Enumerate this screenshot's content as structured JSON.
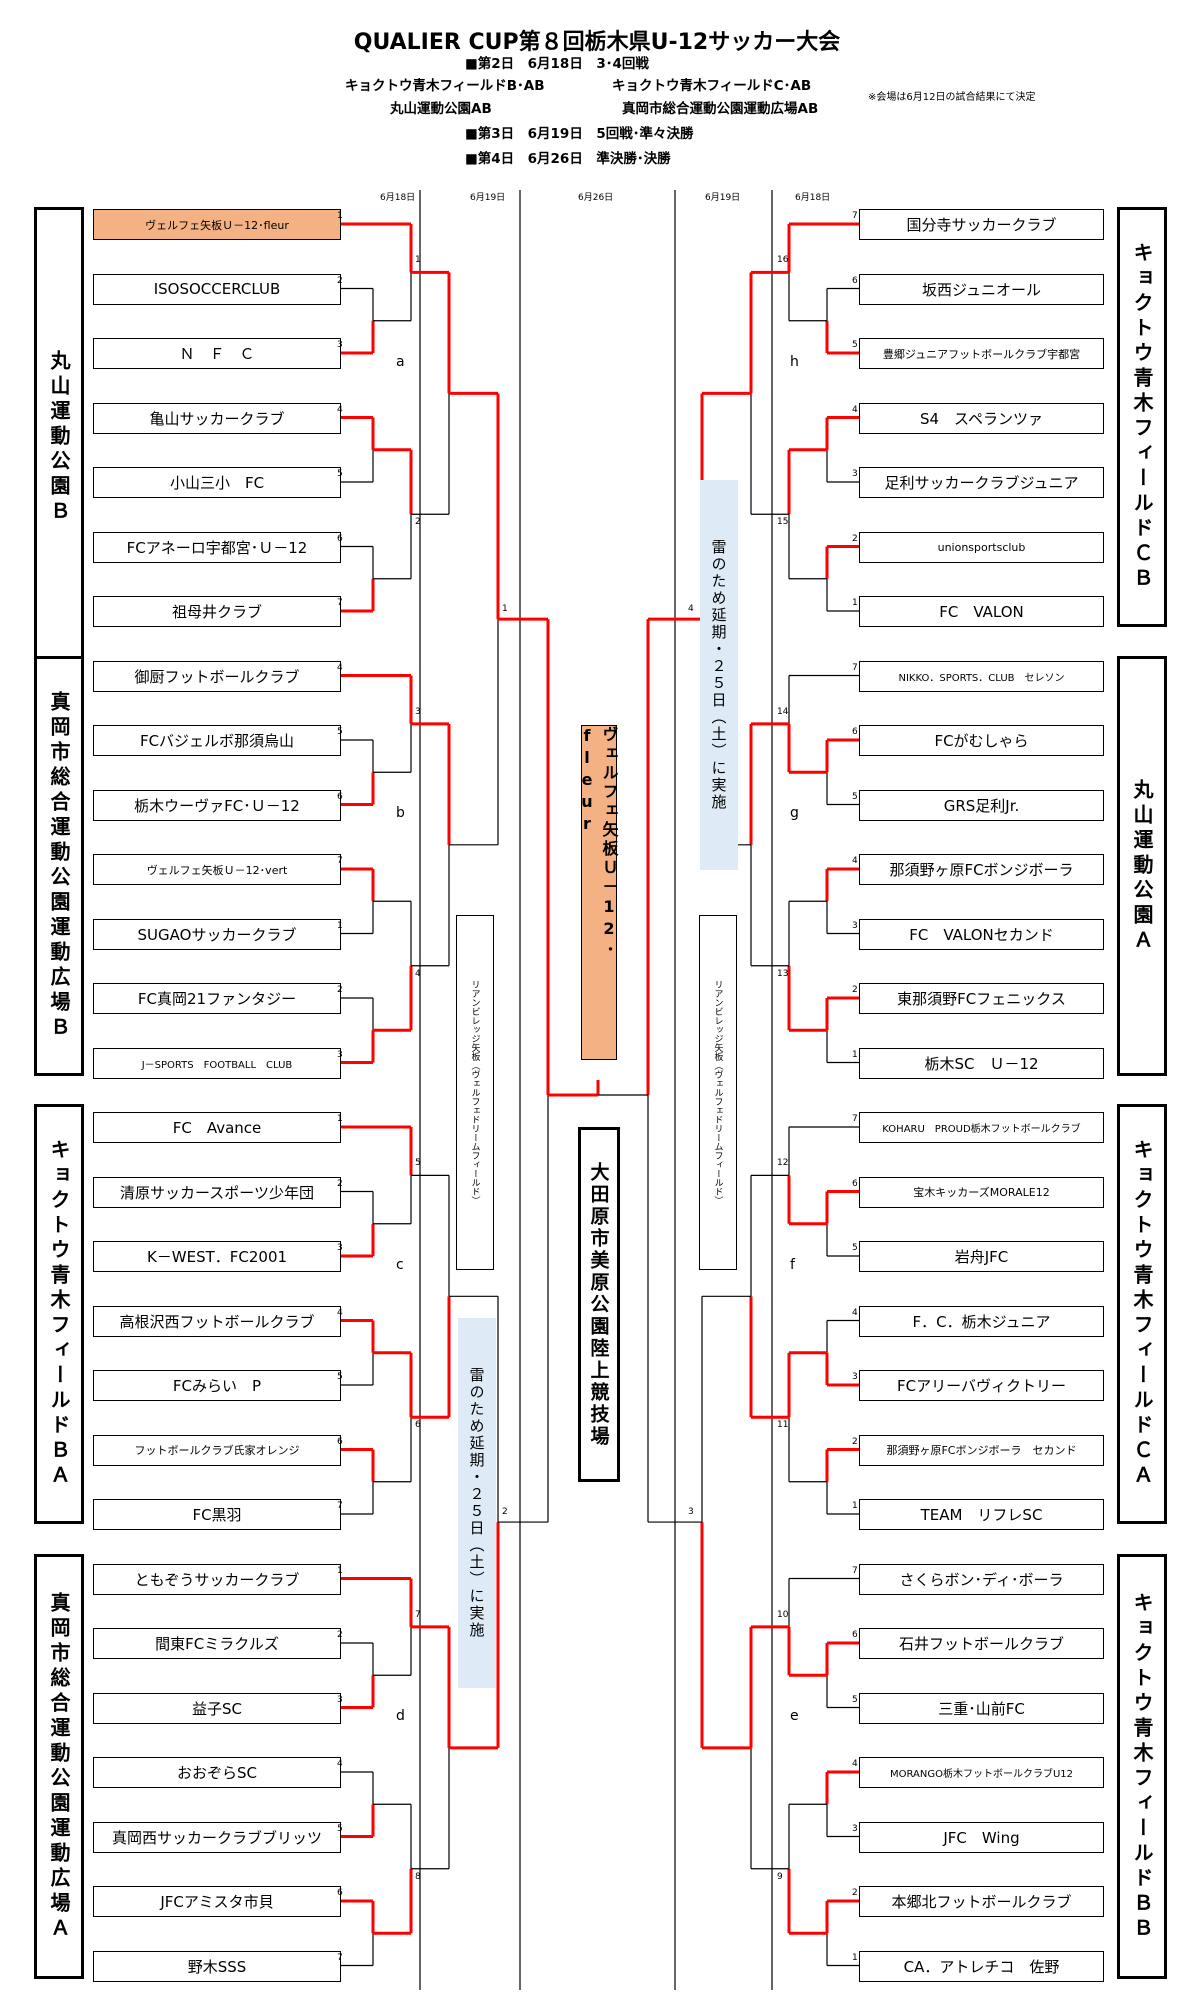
{
  "header": {
    "title": "QUALIER CUP第８回栃木県U-12サッカー大会",
    "line1": "■第2日　6月18日　3･4回戦",
    "venue_left_1": "キョクトウ青木フィールドB･AB",
    "venue_left_2": "丸山運動公園AB",
    "venue_right_1": "キョクトウ青木フィールドC･AB",
    "venue_right_2": "真岡市総合運動公園運動広場AB",
    "note": "※会場は6月12日の試合結果にて決定",
    "line3": "■第3日　6月19日　5回戦･準々決勝",
    "line4": "■第4日　6月26日　準決勝･決勝"
  },
  "dates": [
    "6月18日",
    "6月19日",
    "6月26日",
    "6月19日",
    "6月18日"
  ],
  "venues": {
    "left": [
      "丸山運動公園Ｂ",
      "真岡市総合運動公園運動広場Ｂ",
      "キョクトウ青木フィールドＢＡ",
      "真岡市総合運動公園運動広場Ａ"
    ],
    "right": [
      "キョクトウ青木フィールドＣＢ",
      "丸山運動公園Ａ",
      "キョクトウ青木フィールドＣＡ",
      "キョクトウ青木フィールドＢＢ"
    ]
  },
  "teams": {
    "left": [
      "ヴェルフェ矢板Ｕ－12･fleur",
      "ISOSOCCERCLUB",
      "Ｎ　Ｆ　Ｃ",
      "亀山サッカークラブ",
      "小山三小　FC",
      "FCアネーロ宇都宮･Ｕ－12",
      "祖母井クラブ",
      "御厨フットボールクラブ",
      "FCバジェルボ那須烏山",
      "栃木ウーヴァFC･Ｕ－12",
      "ヴェルフェ矢板Ｕ－12･vert",
      "SUGAOサッカークラブ",
      "FC真岡21ファンタジー",
      "J－SPORTS　FOOTBALL　CLUB",
      "FC　Avance",
      "清原サッカースポーツ少年団",
      "K－WEST．FC2001",
      "高根沢西フットボールクラブ",
      "FCみらい　P",
      "フットボールクラブ氏家オレンジ",
      "FC黒羽",
      "ともぞうサッカークラブ",
      "間東FCミラクルズ",
      "益子SC",
      "おおぞらSC",
      "真岡西サッカークラブブリッツ",
      "JFCアミスタ市貝",
      "野木SSS"
    ],
    "right": [
      "国分寺サッカークラブ",
      "坂西ジュニオール",
      "豊郷ジュニアフットボールクラブ宇都宮",
      "S4　スペランツァ",
      "足利サッカークラブジュニア",
      "unionsportsclub",
      "FC　VALON",
      "NIKKO．SPORTS．CLUB　セレソン",
      "FCがむしゃら",
      "GRS足利Jr.",
      "那須野ヶ原FCボンジボーラ",
      "FC　VALONセカンド",
      "東那須野FCフェニックス",
      "栃木SC　Ｕ－12",
      "KOHARU　PROUD栃木フットボールクラブ",
      "宝木キッカーズMORALE12",
      "岩舟JFC",
      "F．C．栃木ジュニア",
      "FCアリーバヴィクトリー",
      "那須野ヶ原FCボンジボーラ　セカンド",
      "TEAM　リフレSC",
      "さくらボン･ディ･ボーラ",
      "石井フットボールクラブ",
      "三重･山前FC",
      "MORANGO栃木フットボールクラブU12",
      "JFC　Wing",
      "本郷北フットボールクラブ",
      "CA．アトレチコ　佐野"
    ]
  },
  "match_numbers": {
    "left": [
      "1",
      "2",
      "3",
      "4",
      "5",
      "6",
      "7",
      "4",
      "5",
      "6",
      "7",
      "1",
      "2",
      "3",
      "1",
      "2",
      "3",
      "4",
      "5",
      "6",
      "7",
      "1",
      "2",
      "3",
      "4",
      "5",
      "6",
      "7"
    ],
    "right": [
      "7",
      "6",
      "5",
      "4",
      "3",
      "2",
      "1",
      "7",
      "6",
      "5",
      "4",
      "3",
      "2",
      "1",
      "7",
      "6",
      "5",
      "4",
      "3",
      "2",
      "1",
      "7",
      "6",
      "5",
      "4",
      "3",
      "2",
      "1"
    ]
  },
  "group_labels": {
    "left": [
      "a",
      "b",
      "c",
      "d"
    ],
    "right": [
      "h",
      "g",
      "f",
      "e"
    ]
  },
  "round_numbers": {
    "left_r3": [
      "1",
      "2",
      "3",
      "4",
      "5",
      "6",
      "7",
      "8"
    ],
    "right_r3": [
      "16",
      "15",
      "14",
      "13",
      "12",
      "11",
      "10",
      "9"
    ],
    "semi_left": [
      "1",
      "2"
    ],
    "semi_right": [
      "4",
      "3"
    ]
  },
  "delay_text": "雷のため延期・２５日（土）に実施",
  "qf_venue": "リアンビレッジ矢板（ヴェルフェドリームフィールド）",
  "champion": "ヴェルフェ矢板Ｕ－12･fleur",
  "final_venue": "大田原市美原公園陸上競技場",
  "colors": {
    "win_line": "#ff0000",
    "win_fill": "#f4b183",
    "delay_fill": "#deebf7"
  }
}
